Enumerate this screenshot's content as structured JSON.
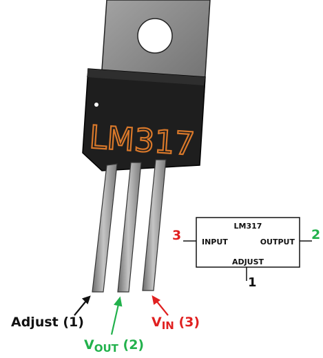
{
  "chip": {
    "marking": "LM317"
  },
  "schematic": {
    "title": "LM317",
    "input_label": "INPUT",
    "output_label": "OUTPUT",
    "adjust_label": "ADJUST",
    "input_pin_number": "3",
    "output_pin_number": "2",
    "adjust_pin_number": "1"
  },
  "pins": {
    "adjust": {
      "text": "Adjust (1)",
      "color": "#111111"
    },
    "vout": {
      "main": "V",
      "sub": "OUT",
      "num": " (2)",
      "color": "#22b14c"
    },
    "vin": {
      "main": "V",
      "sub": "IN",
      "num": " (3)",
      "color": "#e02020"
    }
  },
  "colors": {
    "tab": "#8a8a8a",
    "body": "#1e1e1e",
    "marking": "#d9782a",
    "leads": "#9a9a9a",
    "input_red": "#e02020",
    "output_green": "#22b14c"
  }
}
